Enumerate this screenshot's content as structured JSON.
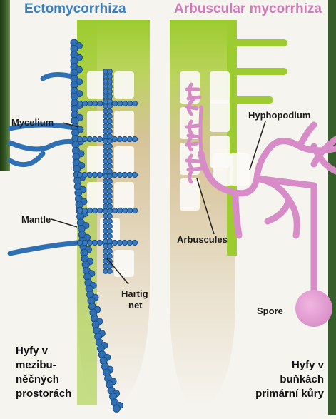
{
  "titles": {
    "ecto": "Ectomycorrhiza",
    "arbuscular": "Arbuscular mycorrhiza"
  },
  "labels": {
    "mycelium": "Mycelium",
    "mantle": "Mantle",
    "hartig_line1": "Hartig",
    "hartig_line2": "net",
    "hyphopodium": "Hyphopodium",
    "arbuscules": "Arbuscules",
    "spore": "Spore"
  },
  "captions": {
    "left": [
      "Hyfy v",
      "mezibu-",
      "něčných",
      "prostorách"
    ],
    "right": [
      "Hyfy v",
      "buňkách",
      "primární kůry"
    ]
  },
  "colors": {
    "ecto_title": "#3a7fc2",
    "arbuscular_title": "#d07ab8",
    "ecto_hyphae": "#2f6fb3",
    "am_hyphae": "#d78cc7",
    "root_green": "#9ccc2f",
    "root_tan": "#d2bb95",
    "cell_white": "#fbfaf6",
    "forest": "#2d4f1f"
  }
}
